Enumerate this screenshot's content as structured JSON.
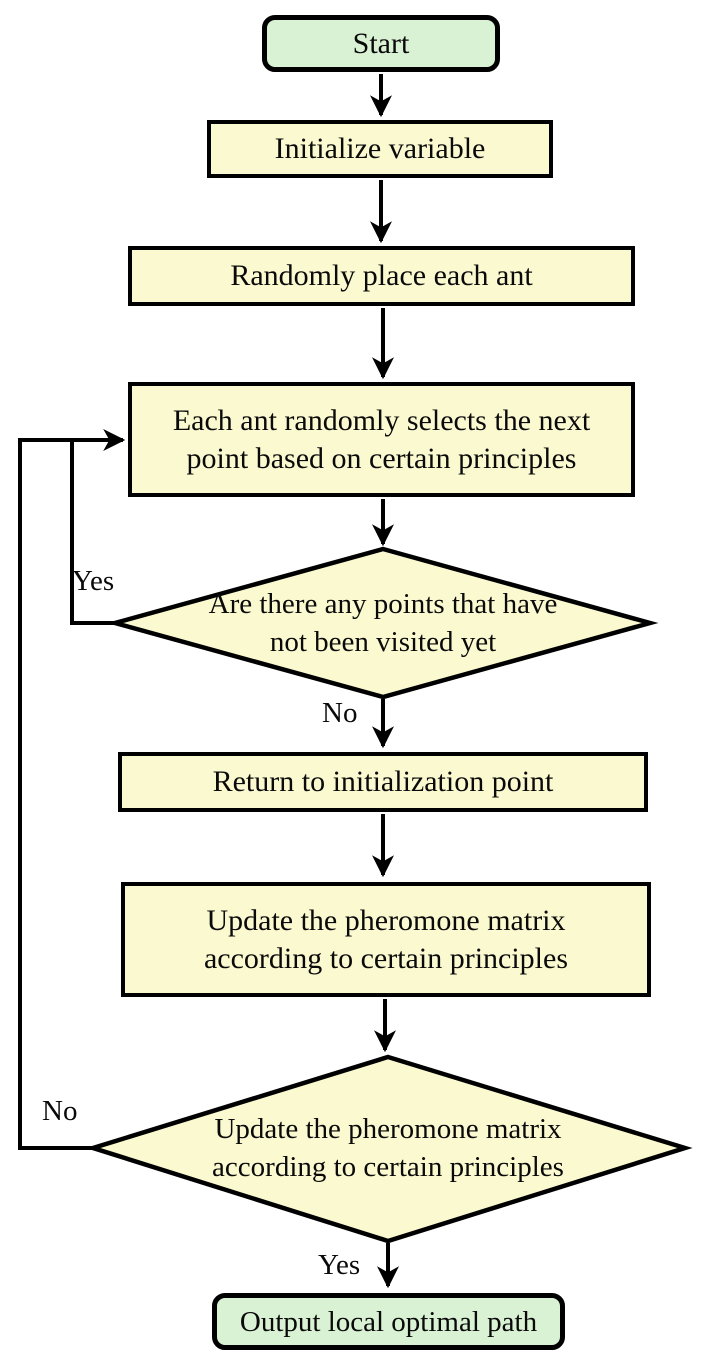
{
  "flowchart": {
    "nodes": {
      "start": {
        "label": "Start",
        "shape": "terminator"
      },
      "initialize": {
        "label": "Initialize variable",
        "shape": "process"
      },
      "place_ants": {
        "label": "Randomly place each ant",
        "shape": "process"
      },
      "select_next": {
        "label": "Each ant randomly selects the next point based on certain principles",
        "shape": "process"
      },
      "decision_visited": {
        "label": "Are there any points that have not been visited yet",
        "shape": "decision"
      },
      "return_init": {
        "label": "Return to initialization point",
        "shape": "process"
      },
      "update_matrix": {
        "label": "Update the pheromone matrix according to certain principles",
        "shape": "process"
      },
      "decision_update": {
        "label": "Update the pheromone matrix according to certain principles",
        "shape": "decision"
      },
      "output": {
        "label": "Output local optimal path",
        "shape": "terminator"
      }
    },
    "edge_labels": {
      "yes_loop": "Yes",
      "no_down": "No",
      "no_loop": "No",
      "yes_down": "Yes"
    },
    "colors": {
      "terminator_fill": "#daf2d4",
      "process_fill": "#fbf9d0",
      "decision_fill": "#fbf9d0",
      "outline": "#000000",
      "background": "#ffffff"
    }
  }
}
